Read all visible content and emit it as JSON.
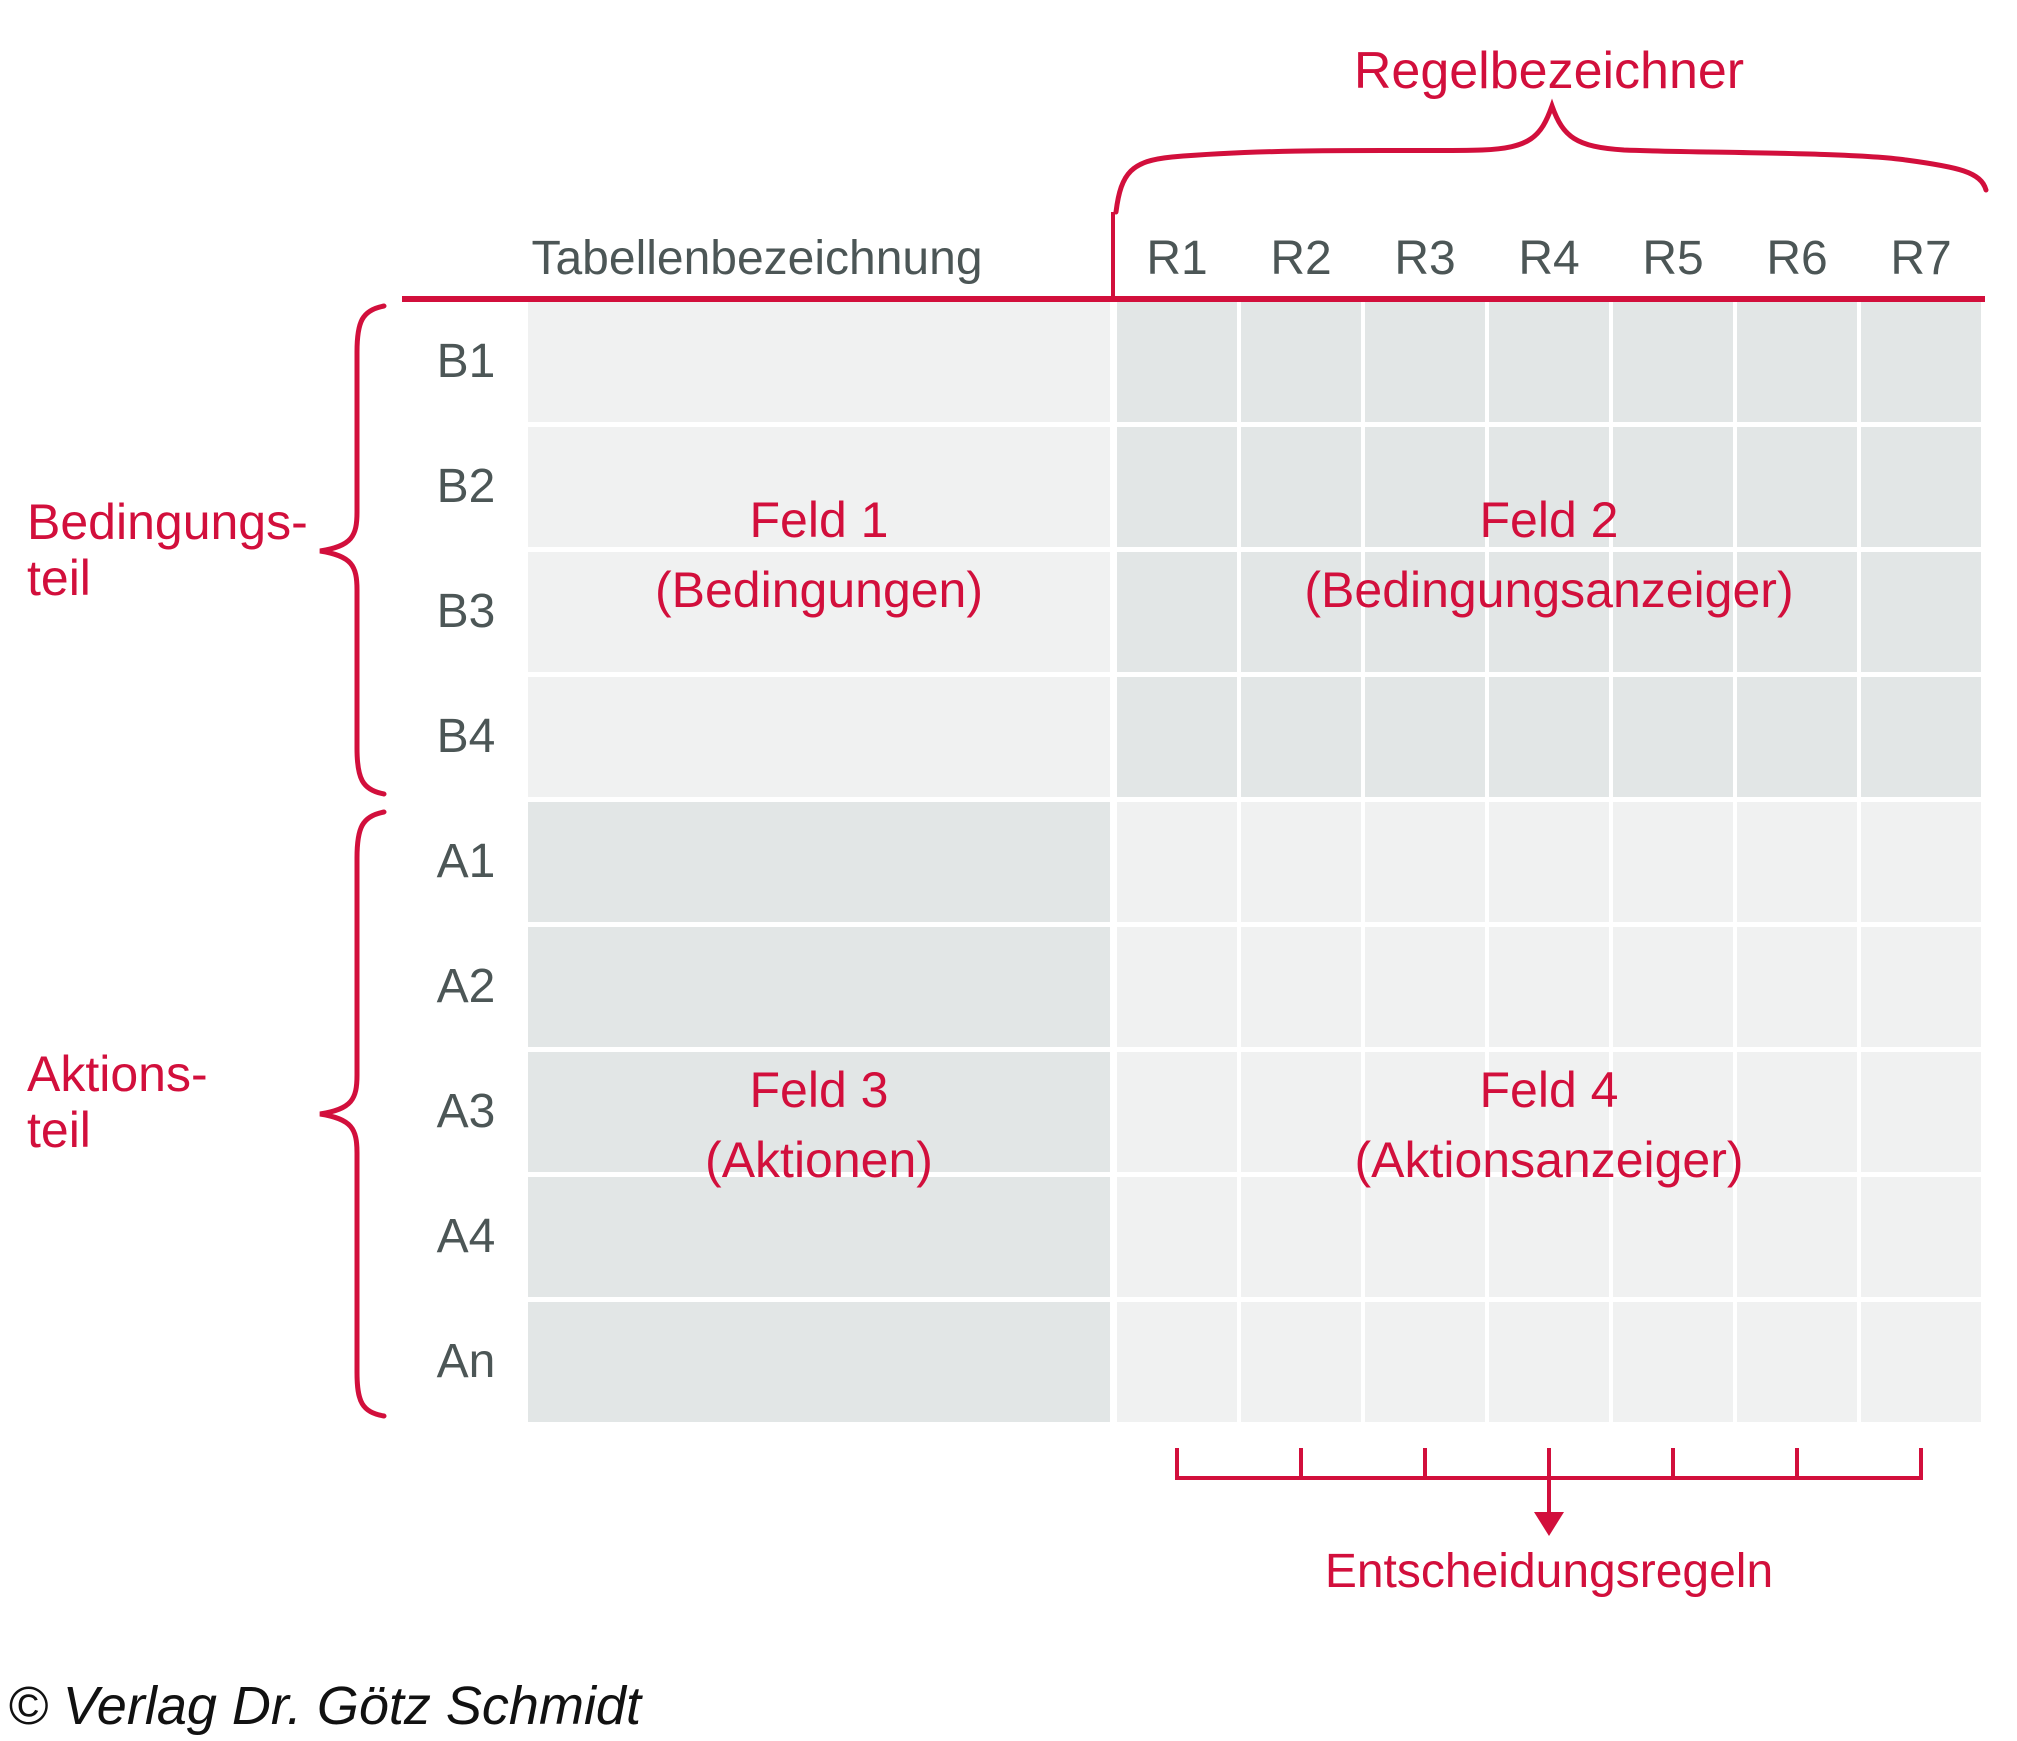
{
  "diagram_title": "Regelbezeichner",
  "header": {
    "table_name_label": "Tabellenbezeichnung",
    "rule_columns": [
      "R1",
      "R2",
      "R3",
      "R4",
      "R5",
      "R6",
      "R7"
    ]
  },
  "rows": {
    "condition_rows": [
      "B1",
      "B2",
      "B3",
      "B4"
    ],
    "action_rows": [
      "A1",
      "A2",
      "A3",
      "A4",
      "An"
    ]
  },
  "fields": {
    "field1": {
      "line1": "Feld 1",
      "line2": "(Bedingungen)"
    },
    "field2": {
      "line1": "Feld 2",
      "line2": "(Bedingungsanzeiger)"
    },
    "field3": {
      "line1": "Feld 3",
      "line2": "(Aktionen)"
    },
    "field4": {
      "line1": "Feld 4",
      "line2": "(Aktionsanzeiger)"
    }
  },
  "side_labels": {
    "condition_part": {
      "line1": "Bedingungs-",
      "line2": "teil"
    },
    "action_part": {
      "line1": "Aktions-",
      "line2": "teil"
    }
  },
  "footer": {
    "decision_rules_label": "Entscheidungsregeln",
    "copyright": "© Verlag Dr. Götz Schmidt"
  },
  "colors": {
    "accent_red": "#d20f3c",
    "text_dark": "#4c5656",
    "cell_light": "#f0f1f1",
    "cell_dark": "#e2e6e6"
  }
}
